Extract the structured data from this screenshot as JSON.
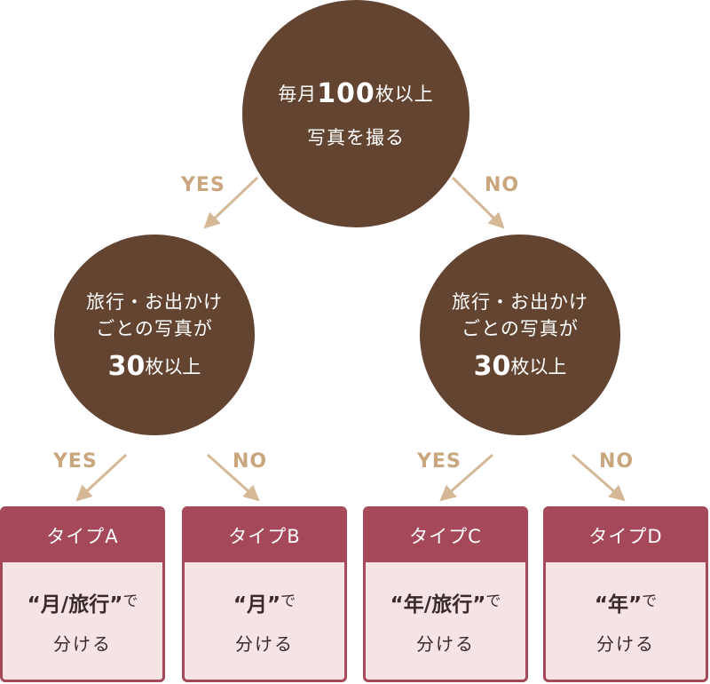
{
  "root": {
    "line1_pre": "毎月",
    "line1_num": "100",
    "line1_post": "枚以上",
    "line2": "写真を撮る"
  },
  "branches": {
    "yes": "YES",
    "no": "NO"
  },
  "left_node": {
    "line1": "旅行・お出かけ",
    "line2": "ごとの写真が",
    "num": "30",
    "post": "枚以上"
  },
  "right_node": {
    "line1": "旅行・お出かけ",
    "line2": "ごとの写真が",
    "num": "30",
    "post": "枚以上"
  },
  "cards": [
    {
      "title": "タイプA",
      "main": "“月/旅行”",
      "suffix": "で",
      "sub": "分ける"
    },
    {
      "title": "タイプB",
      "main": "“月”",
      "suffix": "で",
      "sub": "分ける"
    },
    {
      "title": "タイプC",
      "main": "“年/旅行”",
      "suffix": "で",
      "sub": "分ける"
    },
    {
      "title": "タイプD",
      "main": "“年”",
      "suffix": "で",
      "sub": "分ける"
    }
  ],
  "colors": {
    "node": "#634431",
    "arrow": "#d5b896",
    "branch_label": "#c9a67d",
    "card_header": "#a4485a",
    "card_body": "#f6e4e4"
  }
}
